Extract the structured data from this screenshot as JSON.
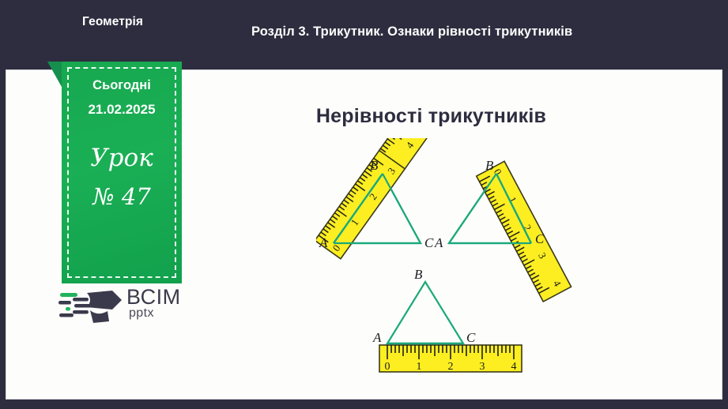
{
  "header": {
    "subject": "Геометрія",
    "chapter_title": "Розділ 3.  Трикутник. Ознаки рівності трикутників"
  },
  "lesson_card": {
    "today_label": "Сьогодні",
    "date": "21.02.2025",
    "lesson_word": "Урок",
    "lesson_number": "№ 47"
  },
  "logo": {
    "name": "ВСІМ",
    "suffix": "pptx"
  },
  "main": {
    "heading": "Нерівності трикутників"
  },
  "figures": {
    "vertex_a": "A",
    "vertex_b": "B",
    "vertex_c": "C",
    "ruler_marks": [
      "0",
      "1",
      "2",
      "3",
      "4"
    ],
    "figure1_caption": "",
    "figure2_caption": "",
    "figure3_caption": ""
  },
  "colors": {
    "background": "#2e2d3f",
    "panel": "#fdfdfb",
    "card_green": "#17a850",
    "triangle_teal": "#1aa87c",
    "ruler_yellow": "#fcee21",
    "text_dark": "#2e2d3f"
  }
}
